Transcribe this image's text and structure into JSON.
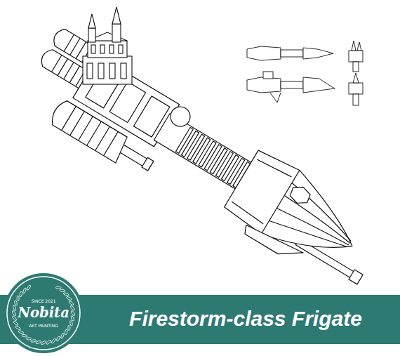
{
  "diagram": {
    "title": "Firestorm-class Frigate",
    "nodes": [
      {
        "text": [
          "SINCE 2021",
          "Nobita",
          "ART PAINTING"
        ]
      }
    ]
  }
}
